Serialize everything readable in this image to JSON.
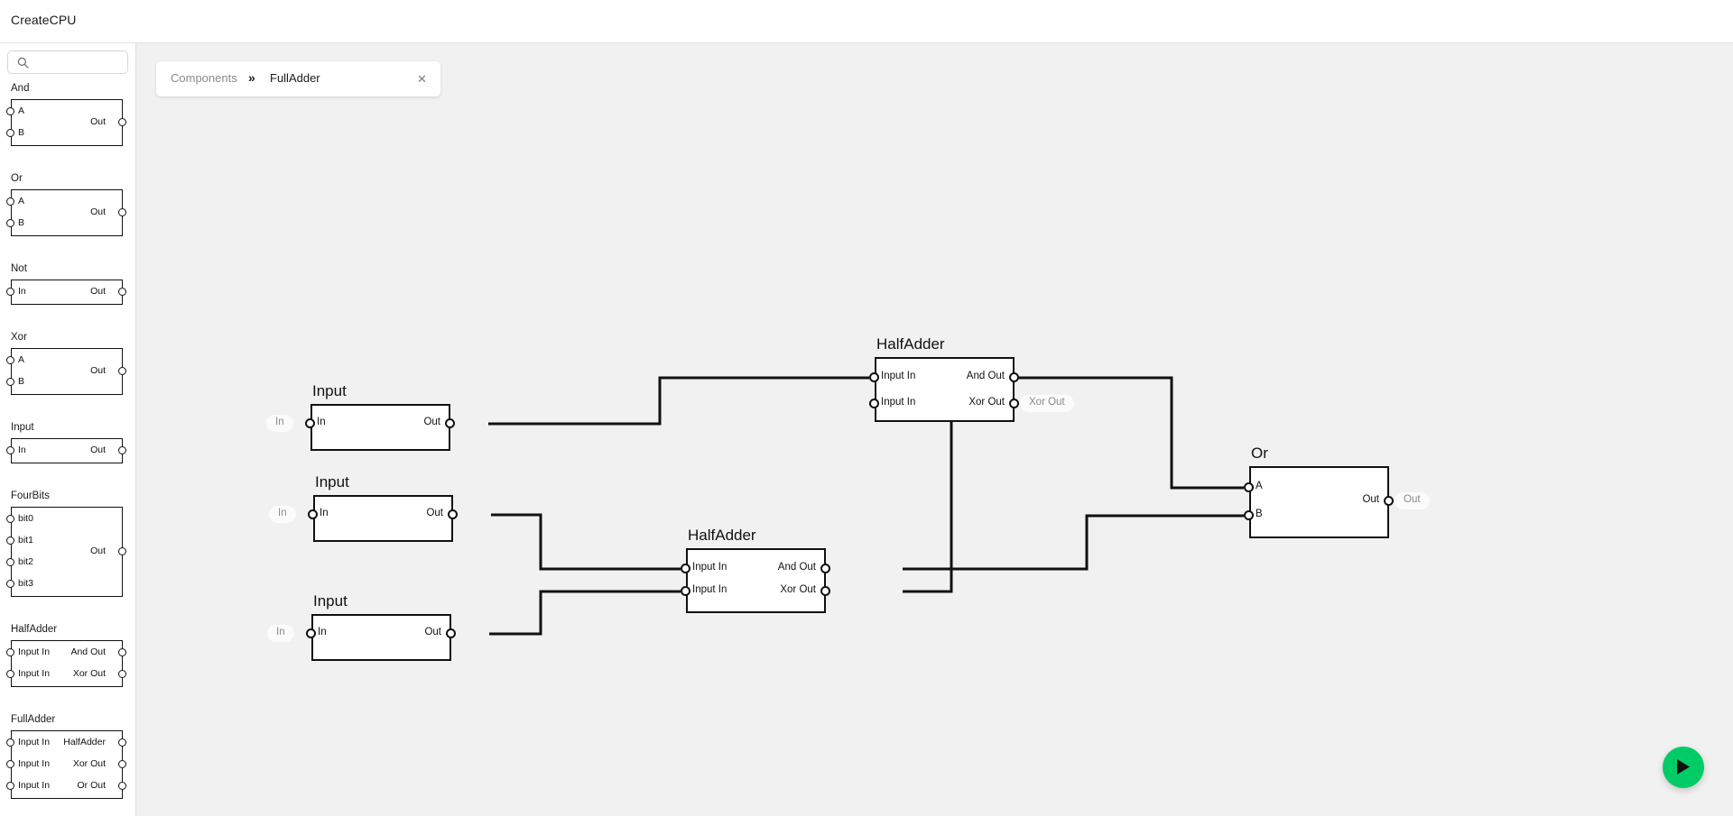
{
  "app": {
    "title": "CreateCPU"
  },
  "search": {
    "value": "",
    "placeholder": "",
    "icon": "search-icon"
  },
  "palette": [
    {
      "name": "And",
      "inputs": [
        "A",
        "B"
      ],
      "outputs": [
        "Out"
      ]
    },
    {
      "name": "Or",
      "inputs": [
        "A",
        "B"
      ],
      "outputs": [
        "Out"
      ]
    },
    {
      "name": "Not",
      "inputs": [
        "In"
      ],
      "outputs": [
        "Out"
      ]
    },
    {
      "name": "Xor",
      "inputs": [
        "A",
        "B"
      ],
      "outputs": [
        "Out"
      ]
    },
    {
      "name": "Input",
      "inputs": [
        "In"
      ],
      "outputs": [
        "Out"
      ]
    },
    {
      "name": "FourBits",
      "inputs": [
        "bit0",
        "bit1",
        "bit2",
        "bit3"
      ],
      "outputs": [
        "Out"
      ]
    },
    {
      "name": "HalfAdder",
      "inputs": [
        "Input In",
        "Input In"
      ],
      "outputs": [
        "And Out",
        "Xor Out"
      ]
    },
    {
      "name": "FullAdder",
      "inputs": [
        "Input In",
        "Input In",
        "Input In"
      ],
      "outputs": [
        "HalfAdder",
        "Xor Out",
        "Or Out"
      ]
    }
  ],
  "breadcrumb": {
    "root": "Components",
    "separator": "»",
    "current": "FullAdder",
    "close_label": "✕"
  },
  "graph": {
    "nodes": [
      {
        "id": "input1",
        "type": "Input",
        "label": "Input",
        "inputs": [
          "In"
        ],
        "outputs": [
          "Out"
        ],
        "badge_in": "In"
      },
      {
        "id": "input2",
        "type": "Input",
        "label": "Input",
        "inputs": [
          "In"
        ],
        "outputs": [
          "Out"
        ],
        "badge_in": "In"
      },
      {
        "id": "input3",
        "type": "Input",
        "label": "Input",
        "inputs": [
          "In"
        ],
        "outputs": [
          "Out"
        ],
        "badge_in": "In"
      },
      {
        "id": "ha_top",
        "type": "HalfAdder",
        "label": "HalfAdder",
        "inputs": [
          "Input In",
          "Input In"
        ],
        "outputs": [
          "And Out",
          "Xor Out"
        ],
        "badge_out": "Xor Out"
      },
      {
        "id": "ha_mid",
        "type": "HalfAdder",
        "label": "HalfAdder",
        "inputs": [
          "Input In",
          "Input In"
        ],
        "outputs": [
          "And Out",
          "Xor Out"
        ]
      },
      {
        "id": "or1",
        "type": "Or",
        "label": "Or",
        "inputs": [
          "A",
          "B"
        ],
        "outputs": [
          "Out"
        ],
        "badge_out": "Out"
      }
    ]
  },
  "run_button": {
    "label": "▶",
    "color": "#00cc66",
    "name": "run-simulation-button"
  }
}
